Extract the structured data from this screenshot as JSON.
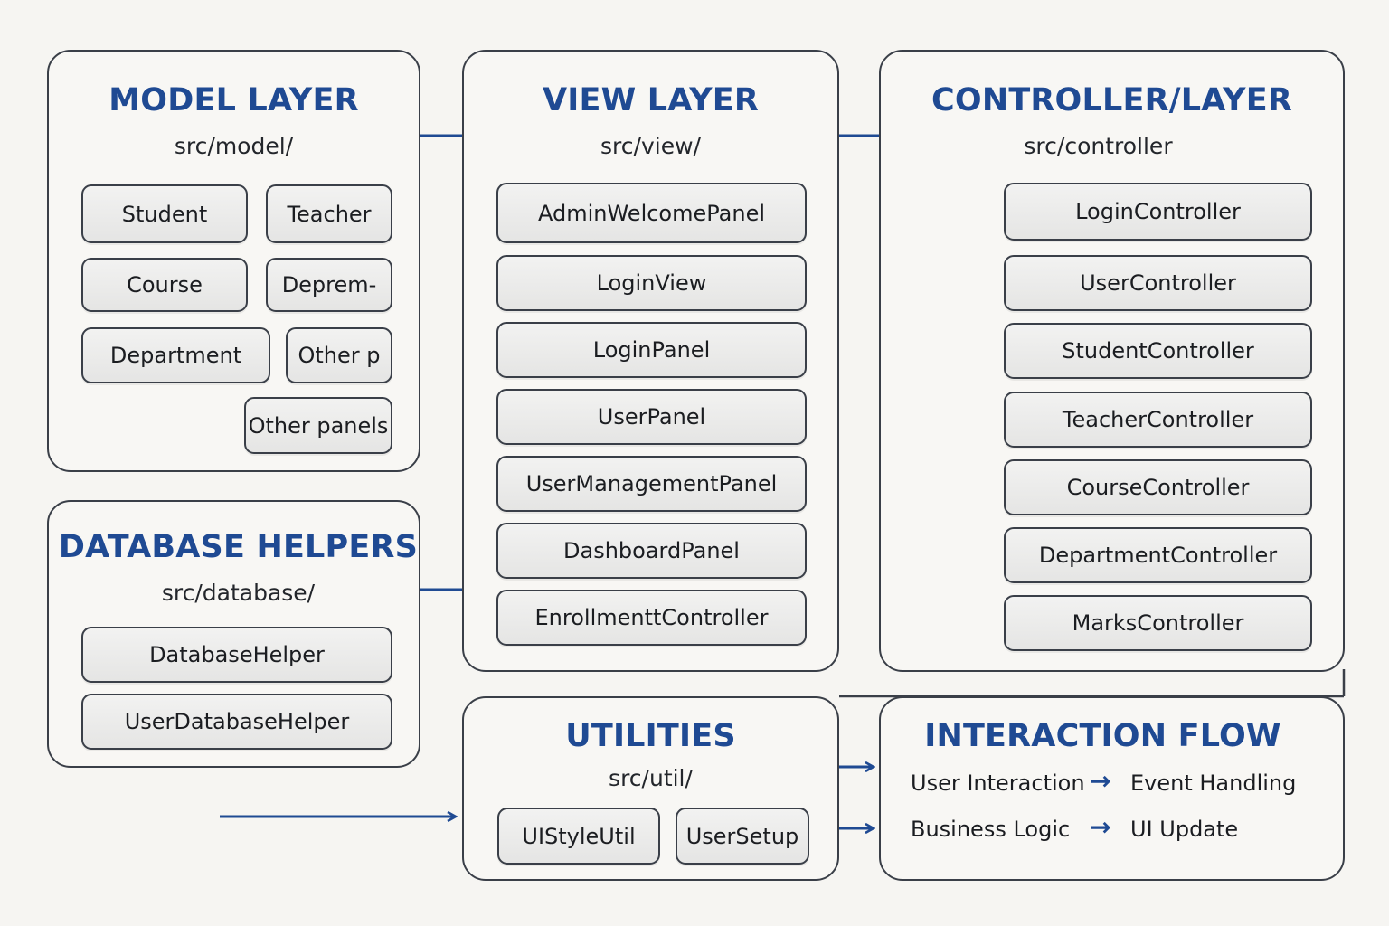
{
  "model": {
    "title": "MODEL LAYER",
    "path": "src/model/",
    "items": [
      "Student",
      "Teacher",
      "Course",
      "Deprem-",
      "Department",
      "Other p",
      "Other panels"
    ]
  },
  "view": {
    "title": "VIEW LAYER",
    "path": "src/view/",
    "items": [
      "AdminWelcomePanel",
      "LoginView",
      "LoginPanel",
      "UserPanel",
      "UserManagementPanel",
      "DashboardPanel",
      "EnrollmenttController"
    ]
  },
  "controller": {
    "title": "CONTROLLER/LAYER",
    "path": "src/controller",
    "items": [
      "LoginController",
      "UserController",
      "StudentController",
      "TeacherController",
      "CourseController",
      "DepartmentController",
      "MarksController"
    ]
  },
  "database": {
    "title": "DATABASE HELPERS",
    "path": "src/database/",
    "items": [
      "DatabaseHelper",
      "UserDatabaseHelper"
    ]
  },
  "utilities": {
    "title": "UTILITIES",
    "path": "src/util/",
    "items": [
      "UIStyleUtil",
      "UserSetup"
    ]
  },
  "flow": {
    "title": "INTERACTION FLOW",
    "row1_left": "User Interaction",
    "row1_right": "Event Handling",
    "row2_left": "Business Logic",
    "row2_right": "UI Update"
  },
  "colors": {
    "accent": "#1f4a93",
    "border": "#3a3f48"
  }
}
